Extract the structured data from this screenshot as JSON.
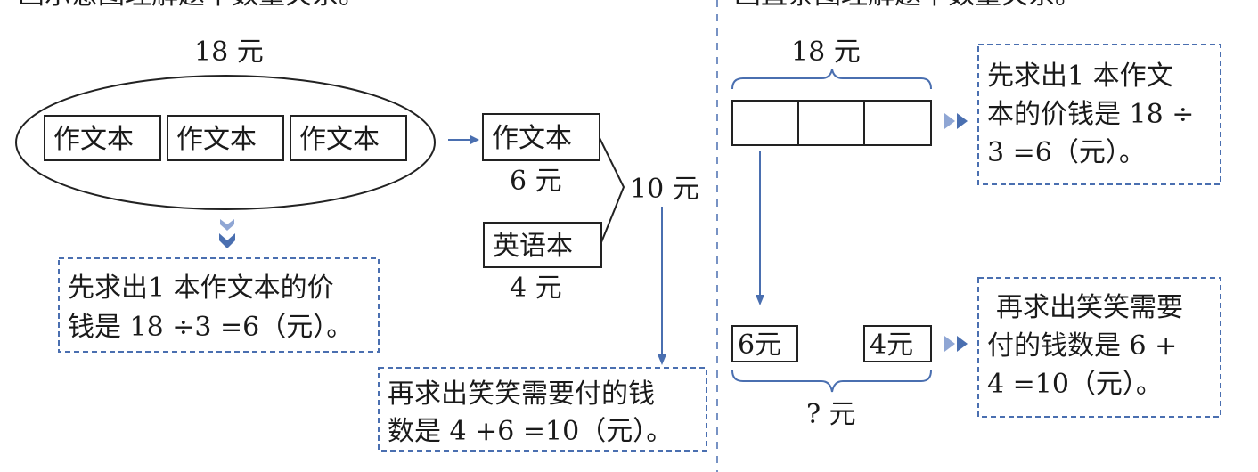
{
  "left": {
    "heading": "画示意图理解题中数量关系。",
    "total_label": "18 元",
    "notebooks": [
      "作文本",
      "作文本",
      "作文本"
    ],
    "composition_book": "作文本",
    "composition_price": "6 元",
    "english_book": "英语本",
    "english_price": "4 元",
    "sum_label": "10 元",
    "step1": [
      "先求出1 本作文本的价",
      "钱是 18 ÷3 =6（元）。"
    ],
    "step2": [
      "再求出笑笑需要付的钱",
      "数是 4 +6 =10（元）。"
    ]
  },
  "right": {
    "heading": "画直条图理解题中数量关系。",
    "total_label": "18 元",
    "part_a": "6元",
    "part_b": "4元",
    "unknown_label": "? 元",
    "step1": [
      "先求出1 本作文",
      "本的价钱是 18 ÷",
      "3 =6（元）。"
    ],
    "step2": [
      "再求出笑笑需要",
      "付的钱数是 6 +",
      "4 =10（元）。"
    ]
  },
  "colors": {
    "accent": "#4a6fb0"
  }
}
